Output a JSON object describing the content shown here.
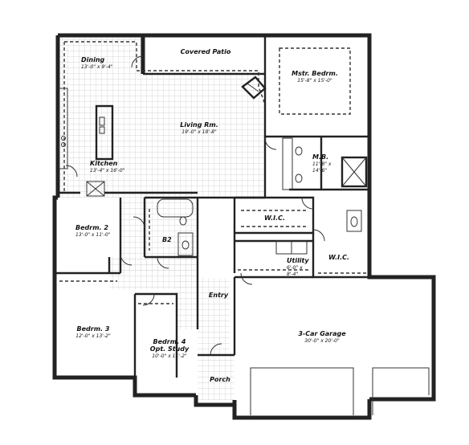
{
  "rooms": {
    "covered_patio": {
      "name": "Covered Patio",
      "dims": ""
    },
    "dining": {
      "name": "Dining",
      "dims": "13'-0\" x 9'-4\""
    },
    "master_bedroom": {
      "name": "Mstr. Bedrm.",
      "dims": "15'-8\" x 15'-0\""
    },
    "living_room": {
      "name": "Living Rm.",
      "dims": "19'-0\" x 18'-8\""
    },
    "kitchen": {
      "name": "Kitchen",
      "dims": "13'-4\" x 16'-0\""
    },
    "master_bath": {
      "name": "M.B.",
      "dims": "11'-8\" x",
      "dims2": "14'-6\""
    },
    "wic_1": {
      "name": "W.I.C.",
      "dims": ""
    },
    "bedroom_2": {
      "name": "Bedrm. 2",
      "dims": "13'-0\" x 11'-0\""
    },
    "bath_2": {
      "name": "B2",
      "dims": ""
    },
    "utility": {
      "name": "Utility",
      "dims": "6'-0\" x",
      "dims2": "8'-4\""
    },
    "wic_2": {
      "name": "W.I.C.",
      "dims": ""
    },
    "entry": {
      "name": "Entry",
      "dims": ""
    },
    "bedroom_3": {
      "name": "Bedrm. 3",
      "dims": "12'-0\" x 13'-2\""
    },
    "bedroom_4": {
      "name": "Bedrm. 4",
      "name2": "Opt. Study",
      "dims": "10'-0\" x 11'-2\""
    },
    "garage": {
      "name": "3-Car Garage",
      "dims": "30'-0\" x 20'-0\""
    },
    "porch": {
      "name": "Porch",
      "dims": ""
    }
  },
  "colors": {
    "wall": "#222222",
    "grid": "#c8c8c8",
    "background": "#ffffff"
  }
}
